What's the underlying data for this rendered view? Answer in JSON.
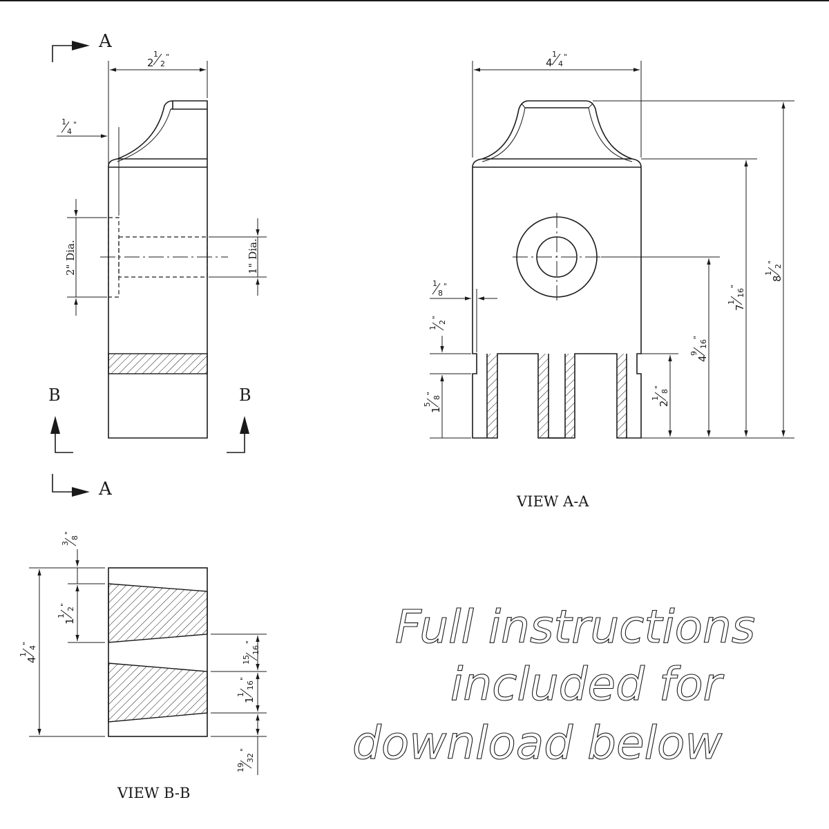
{
  "section_marks": {
    "a": "A",
    "b": "B"
  },
  "view_titles": {
    "a_a": "VIEW A-A",
    "b_b": "VIEW B-B"
  },
  "side_view": {
    "width_whole": "2",
    "width_frac_num": "1",
    "width_frac_den": "2",
    "offset_frac_num": "1",
    "offset_frac_den": "4",
    "bore_large": "2\" Dia.",
    "bore_small": "1\" Dia."
  },
  "view_a_a": {
    "width_whole": "4",
    "width_frac_num": "1",
    "width_frac_den": "4",
    "overall_whole": "8",
    "overall_frac_num": "1",
    "overall_frac_den": "2",
    "body_whole": "7",
    "body_frac_num": "1",
    "body_frac_den": "16",
    "hole_whole": "4",
    "hole_frac_num": "9",
    "hole_frac_den": "16",
    "slot_whole": "2",
    "slot_frac_num": "1",
    "slot_frac_den": "8",
    "groove_frac_num": "1",
    "groove_frac_den": "2",
    "leg_whole": "1",
    "leg_frac_num": "5",
    "leg_frac_den": "8",
    "step_frac_num": "1",
    "step_frac_den": "8"
  },
  "view_b_b": {
    "top_frac_num": "3",
    "top_frac_den": "8",
    "slot_whole": "1",
    "slot_frac_num": "1",
    "slot_frac_den": "2",
    "total_whole": "4",
    "total_frac_num": "1",
    "total_frac_den": "4",
    "gap_frac_num": "15",
    "gap_frac_den": "16",
    "slot2_whole": "1",
    "slot2_frac_num": "1",
    "slot2_frac_den": "16",
    "bottom_frac_num": "19",
    "bottom_frac_den": "32"
  },
  "note_lines": [
    "Full instructions",
    "included for",
    "download below"
  ]
}
